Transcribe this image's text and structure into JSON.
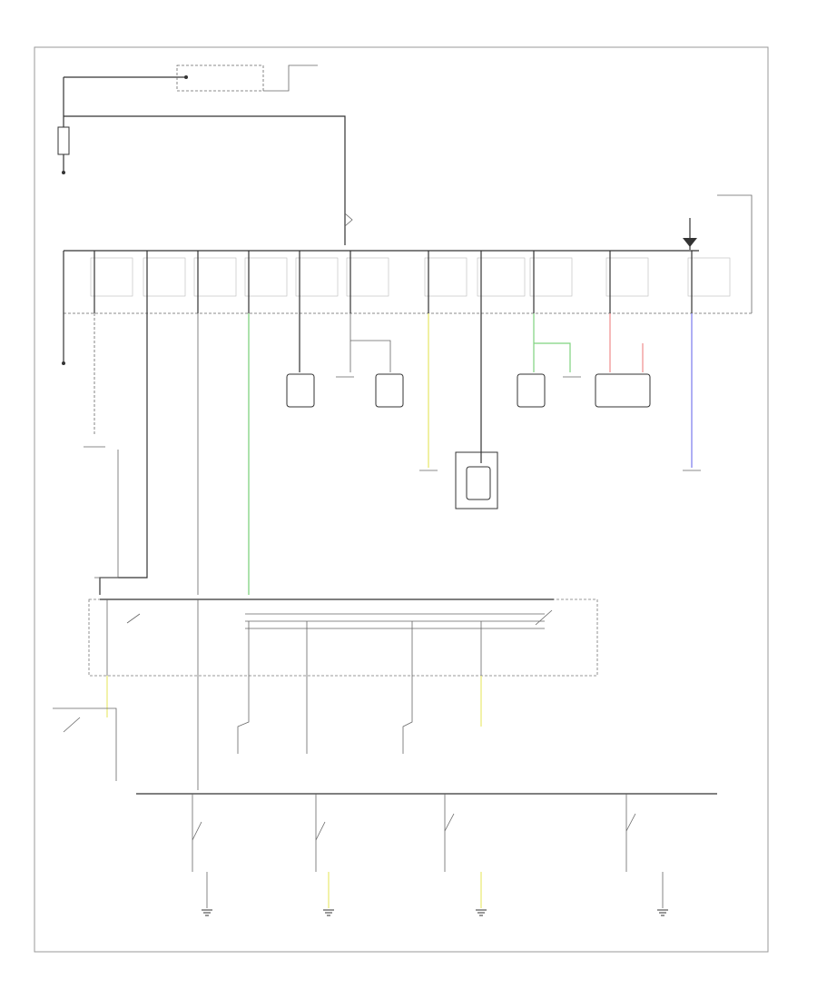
{
  "header": {
    "page_ref": "",
    "footer_ref": ""
  },
  "colors": {
    "wire_default": "#333333",
    "wire_green": "#7fd37f",
    "wire_yellow": "#e8e870",
    "wire_pink": "#ef8c8c",
    "wire_blue": "#8c8cf0",
    "frame": "#999999"
  },
  "diagram": {
    "top_labels": {
      "ignition": "",
      "battery": "",
      "gen": ""
    },
    "fuse_box_title": "",
    "fuse_boxes": [
      {
        "id": "f1",
        "label": "",
        "wire": ""
      },
      {
        "id": "f2",
        "label": "",
        "wire": ""
      },
      {
        "id": "f3",
        "label": "",
        "wire": ""
      },
      {
        "id": "f4",
        "label": "",
        "wire": ""
      },
      {
        "id": "f5",
        "label": "",
        "wire": ""
      },
      {
        "id": "f6",
        "label": "",
        "wire": ""
      },
      {
        "id": "f7",
        "label": "",
        "wire": ""
      },
      {
        "id": "f8",
        "label": "",
        "wire": ""
      },
      {
        "id": "f9",
        "label": "",
        "wire": ""
      },
      {
        "id": "f10",
        "label": "",
        "wire": ""
      },
      {
        "id": "f11",
        "label": "",
        "wire": ""
      }
    ],
    "components": [
      {
        "id": "c1",
        "label": ""
      },
      {
        "id": "c2",
        "label": ""
      },
      {
        "id": "c3",
        "label": ""
      },
      {
        "id": "c4",
        "label": ""
      },
      {
        "id": "c5",
        "label": ""
      },
      {
        "id": "c6",
        "label": ""
      },
      {
        "id": "c7",
        "label": ""
      },
      {
        "id": "c8",
        "label": ""
      }
    ],
    "lower_box_title": "",
    "grounds": [
      {
        "id": "g1",
        "label": ""
      },
      {
        "id": "g2",
        "label": ""
      },
      {
        "id": "g3",
        "label": ""
      },
      {
        "id": "g4",
        "label": ""
      }
    ]
  }
}
